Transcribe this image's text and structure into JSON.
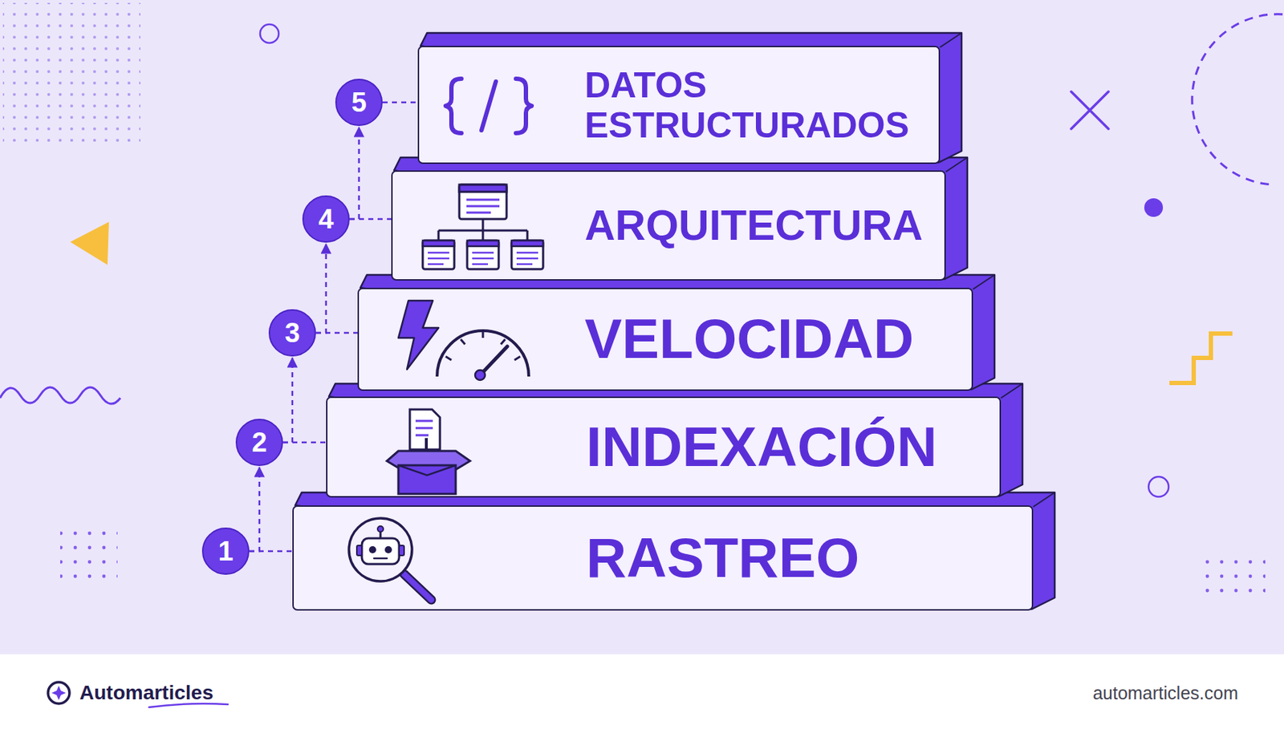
{
  "diagram": {
    "nodes": [
      {
        "text": [
          "1"
        ]
      },
      {
        "text": [
          "2"
        ]
      },
      {
        "text": [
          "3"
        ]
      },
      {
        "text": [
          "4"
        ]
      },
      {
        "text": [
          "5"
        ]
      },
      {
        "text": [
          "RASTREO"
        ]
      },
      {
        "text": [
          "INDEXACIÓN"
        ]
      },
      {
        "text": [
          "VELOCIDAD"
        ]
      },
      {
        "text": [
          "ARQUITECTURA"
        ]
      },
      {
        "text": [
          "DATOS ESTRUCTURADOS"
        ]
      }
    ],
    "edges": [
      {
        "from": 0,
        "to": 1,
        "arrow": "to"
      },
      {
        "from": 1,
        "to": 2,
        "arrow": "to"
      },
      {
        "from": 2,
        "to": 3,
        "arrow": "to"
      },
      {
        "from": 3,
        "to": 4,
        "arrow": "to"
      },
      {
        "from": 0,
        "to": 5,
        "arrow": "none"
      },
      {
        "from": 1,
        "to": 6,
        "arrow": "none"
      },
      {
        "from": 2,
        "to": 7,
        "arrow": "none"
      },
      {
        "from": 3,
        "to": 8,
        "arrow": "none"
      },
      {
        "from": 4,
        "to": 9,
        "arrow": "none"
      }
    ],
    "labels": [
      "Automarticles",
      "automarticles.com"
    ]
  }
}
